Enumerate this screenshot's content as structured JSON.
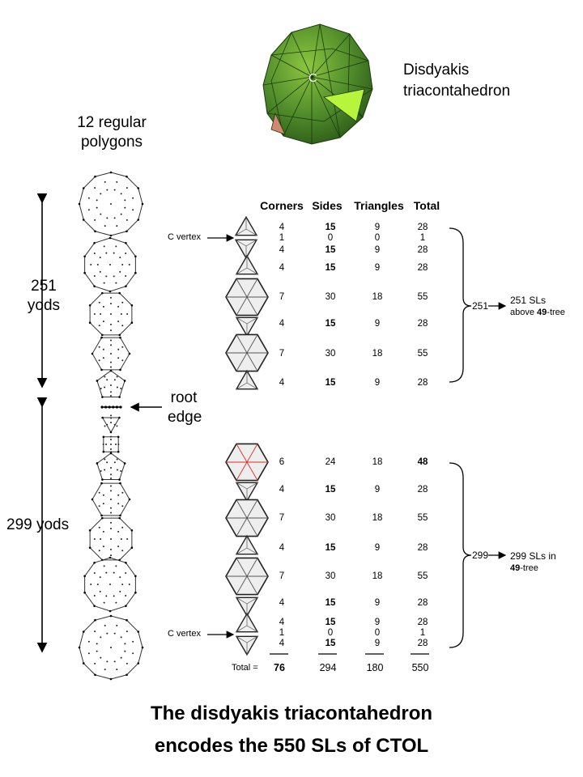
{
  "solid": {
    "label_line1": "Disdyakis",
    "label_line2": "triacontahedron",
    "vertex_label": "C"
  },
  "polygons": {
    "label_line1": "12 regular",
    "label_line2": "polygons"
  },
  "yods_top": {
    "line1": "251",
    "line2": "yods"
  },
  "yods_bottom": "299 yods",
  "root_edge": {
    "line1": "root",
    "line2": "edge"
  },
  "table": {
    "headers": [
      "Corners",
      "Sides",
      "Triangles",
      "Total"
    ],
    "c_vertex_label": "C vertex",
    "rows_top": [
      [
        "4",
        "15",
        "9",
        "28"
      ],
      [
        "1",
        "0",
        "0",
        "1"
      ],
      [
        "4",
        "15",
        "9",
        "28"
      ],
      [
        "4",
        "15",
        "9",
        "28"
      ],
      [
        "7",
        "30",
        "18",
        "55"
      ],
      [
        "4",
        "15",
        "9",
        "28"
      ],
      [
        "7",
        "30",
        "18",
        "55"
      ],
      [
        "4",
        "15",
        "9",
        "28"
      ]
    ],
    "rows_bottom": [
      [
        "6",
        "24",
        "18",
        "48"
      ],
      [
        "4",
        "15",
        "9",
        "28"
      ],
      [
        "7",
        "30",
        "18",
        "55"
      ],
      [
        "4",
        "15",
        "9",
        "28"
      ],
      [
        "7",
        "30",
        "18",
        "55"
      ],
      [
        "4",
        "15",
        "9",
        "28"
      ],
      [
        "4",
        "15",
        "9",
        "28"
      ],
      [
        "1",
        "0",
        "0",
        "1"
      ],
      [
        "4",
        "15",
        "9",
        "28"
      ]
    ],
    "totals_label": "Total =",
    "totals": [
      "76",
      "294",
      "180",
      "550"
    ]
  },
  "bracket_top": {
    "number": "251",
    "line1": "251 SLs",
    "line2_pre": "above ",
    "line2_bold": "49",
    "line2_post": "-tree"
  },
  "bracket_bottom": {
    "number": "299",
    "line1": "299 SLs in",
    "line2_bold": "49",
    "line2_post": "-tree"
  },
  "caption": {
    "line1": "The disdyakis triacontahedron",
    "line2": "encodes the 550 SLs of CTOL"
  }
}
